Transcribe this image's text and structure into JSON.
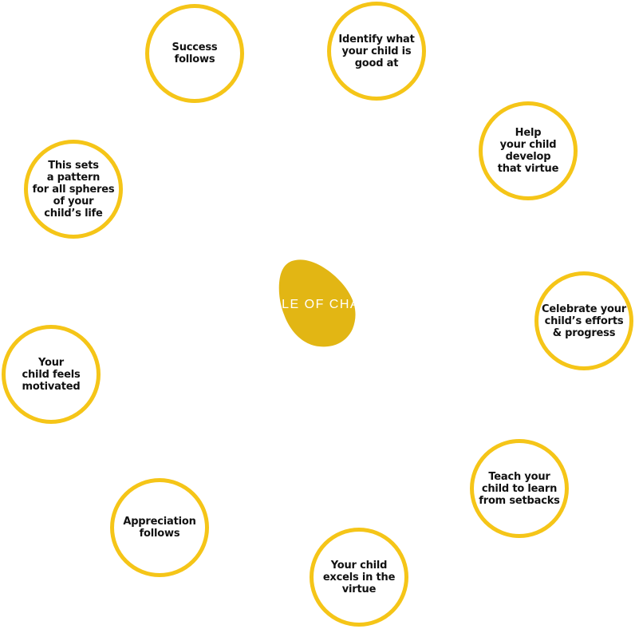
{
  "diagram": {
    "center": {
      "title": "CIRCLE OF CHARACTER",
      "visible_text": "CLE OF CH",
      "blob_color": "#E2B614"
    },
    "ring_color": "#F5C518",
    "nodes": [
      {
        "label": "Success\nfollows"
      },
      {
        "label": "Identify what\nyour child is\ngood at"
      },
      {
        "label": "Help\nyour child\ndevelop\nthat virtue"
      },
      {
        "label": "Celebrate your\nchild’s efforts\n& progress"
      },
      {
        "label": "Teach your\nchild to learn\nfrom setbacks"
      },
      {
        "label": "Your child\nexcels in the\nvirtue"
      },
      {
        "label": "Appreciation\nfollows"
      },
      {
        "label": "Your\nchild feels\nmotivated"
      },
      {
        "label": "This sets\na pattern\nfor all spheres\nof your\nchild’s life"
      }
    ]
  }
}
